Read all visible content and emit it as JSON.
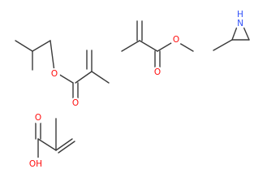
{
  "colors": {
    "background": "#ffffff",
    "bond": "#3a3a3a",
    "oxygen": "#ff0d0d",
    "nitrogen": "#3050f8"
  },
  "molecules": {
    "isobutyl_methacrylate": {
      "labels": {
        "ester_o": "O",
        "carbonyl_o": "O"
      }
    },
    "methyl_methacrylate": {
      "labels": {
        "carbonyl_o": "O",
        "ester_o": "O"
      }
    },
    "methylaziridine": {
      "labels": {
        "n": "N",
        "nh_h": "H"
      }
    },
    "methacrylic_acid": {
      "labels": {
        "carbonyl_o": "O",
        "hydroxyl": "OH"
      }
    }
  }
}
